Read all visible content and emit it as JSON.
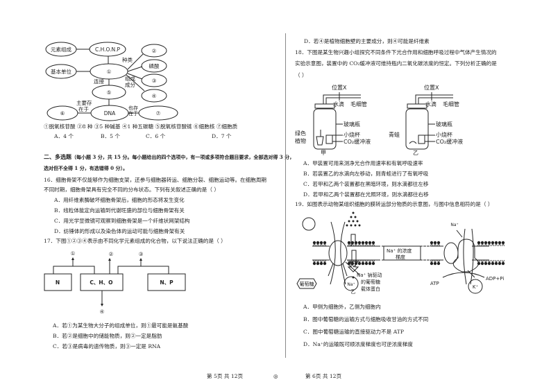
{
  "left": {
    "q15_diagram": {
      "elements": "元素组成",
      "chonp": "C.H.O.N.P",
      "unit": "基本单位",
      "n1": "①",
      "n2": "②",
      "phosphate": "磷酸",
      "n3": "③",
      "n4": "④",
      "n5": "⑤",
      "dna": "DNA",
      "n6": "⑥",
      "n7": "⑦",
      "kind": "种类",
      "connect": "连接",
      "component1": "组成",
      "component2": "成分",
      "mainly1": "主要存",
      "mainly2": "在于",
      "also1": "也存",
      "also2": "在于"
    },
    "q15_items": "①脱氧核苷酸  ②8 种  ③5 种碱基  ④1 种五碳糖  ⑤脱氧核苷酸链  ⑥细胞核  ⑦细胞质",
    "q15_options": [
      "A．4 个",
      "B．5 个",
      "C．6 个",
      "D．7 个"
    ],
    "section_title": "二、多选题",
    "section_desc1": "（每小题 3 分，共 15 分。每小题给出的四个选项中，有一项或多项符合题目要求，全部选对得 3 分，",
    "section_desc2": "选对但不全得 1 分，有选错得 0 分）。",
    "q16_line1": "16．细胞骨架不仅能够作为细胞支架，还参与细胞器转运、细胞分裂、细胞运动等。在细胞周期",
    "q16_line2": "不同时期，细胞骨架具有完全不同的分布状态。下列有关叙述正确的是（    ）",
    "q16_options": [
      "A．用纤维素酶破坏细胞骨架后，细胞的形态将发生变化",
      "B．线粒体能定向运输到代谢旺盛的部位与细胞骨架有关",
      "C．用光学显微镜可观察到细胞骨架是一个纤维状网架结构",
      "D．纺锤体的形成以及染色体的运动可能与细胞骨架有关"
    ],
    "q17": "17．下图①②③④表示由不同化学元素组成的化合物，以下说法正确的是（    ）",
    "q17_diagram": {
      "box1": "N",
      "box2": "C、H、O",
      "box3": "N、P",
      "n1": "①",
      "n2": "②",
      "n3": "③",
      "n4": "④"
    },
    "q17_options": [
      "A．若①为某生物大分子的组成单位，则①最可能是氨基酸",
      "B．若②是细胞中的储能物质，则②一定是脂肪",
      "C．若③是病毒的遗传物质，则③一定是 RNA"
    ],
    "footer": "第 5页  共 12页",
    "binding_mark": "◎"
  },
  "right": {
    "q17_d": "D．若④是植物细胞壁的主要成分，则④可能是纤维素",
    "q18_line1": "18．下图是某生物兴趣小组探究不同条件下光合作用和细胞呼吸过程中气体产生情况的",
    "q18_line2": "实验示意图，装置中的 CO₂缓冲液可维持瓶内二氧化碳浓度的恒定。下列分析正确的是",
    "q18_line3": "（      ）",
    "q18_diagram": {
      "position": "位置X",
      "drop": "水滴",
      "capillary": "毛细管",
      "bottle": "玻璃瓶",
      "beaker": "小烧杯",
      "buffer": "CO₂缓冲液",
      "plant1": "绿色",
      "plant2": "植物",
      "frog": "青蛙",
      "jia": "甲",
      "yi": "乙"
    },
    "q18_options": [
      "A．甲装置可用来测净光合作用速率和有氧呼吸速率",
      "B．若装置乙的水滴向左移动，则青蛙进行了有氧呼吸",
      "C．若甲和乙两个装置都在黑暗环境，则水滴都往左移",
      "D．若甲和乙两个装置都在光照环境，则水滴都往右移"
    ],
    "q19": "19．如图表示动物某组织细胞的膜转运部分物质的示意图，与图中信息相符的是（    ）",
    "q19_diagram": {
      "jia": "甲",
      "yi": "乙",
      "gradient1": "Na⁺ 的浓度",
      "gradient2": "梯度",
      "glucose": "葡萄糖",
      "na": "Na⁺",
      "carrier1": "Na⁺ 钠驱动",
      "carrier2": "的葡萄糖",
      "carrier3": "载体蛋白",
      "atp": "ATP",
      "adp": "ADP+Pi",
      "k": "K⁺"
    },
    "q19_options": [
      "A．甲侧为细胞外，乙侧为细胞内",
      "B．图中葡萄糖的运输方式与细胞吸收甘油的方式不同",
      "C．图中葡萄糖运输的直接驱动力不是 ATP",
      "D．Na⁺的运输既可顺浓度梯度也可逆浓度梯度"
    ],
    "footer": "第 6页  共 12页"
  }
}
